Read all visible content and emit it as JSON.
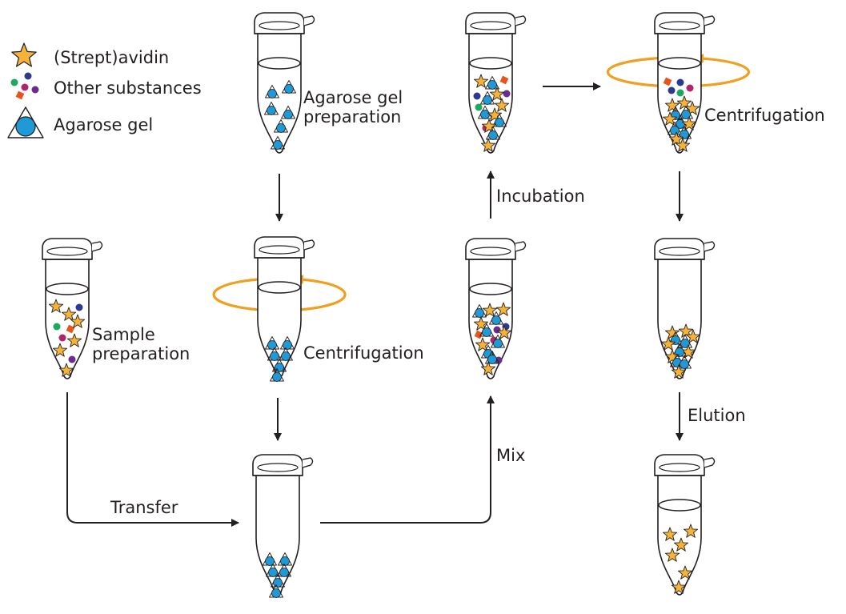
{
  "legend": {
    "streptavidin": "(Strept)avidin",
    "other": "Other substances",
    "agarose": "Agarose gel"
  },
  "steps": {
    "agarose_prep_line1": "Agarose gel",
    "agarose_prep_line2": "preparation",
    "sample_prep_line1": "Sample",
    "sample_prep_line2": "preparation",
    "centrifugation_1": "Centrifugation",
    "centrifugation_2": "Centrifugation",
    "transfer": "Transfer",
    "mix": "Mix",
    "incubation": "Incubation",
    "elution": "Elution"
  },
  "colors": {
    "streptavidin": "#f6b33a",
    "agarose": "#1f9ad6",
    "rotation": "#f0a020",
    "navy": "#2b3a8f",
    "green": "#1aa862",
    "magenta": "#b0246a",
    "orange": "#e8541e",
    "purple": "#6b2c8f",
    "line": "#231f20"
  }
}
